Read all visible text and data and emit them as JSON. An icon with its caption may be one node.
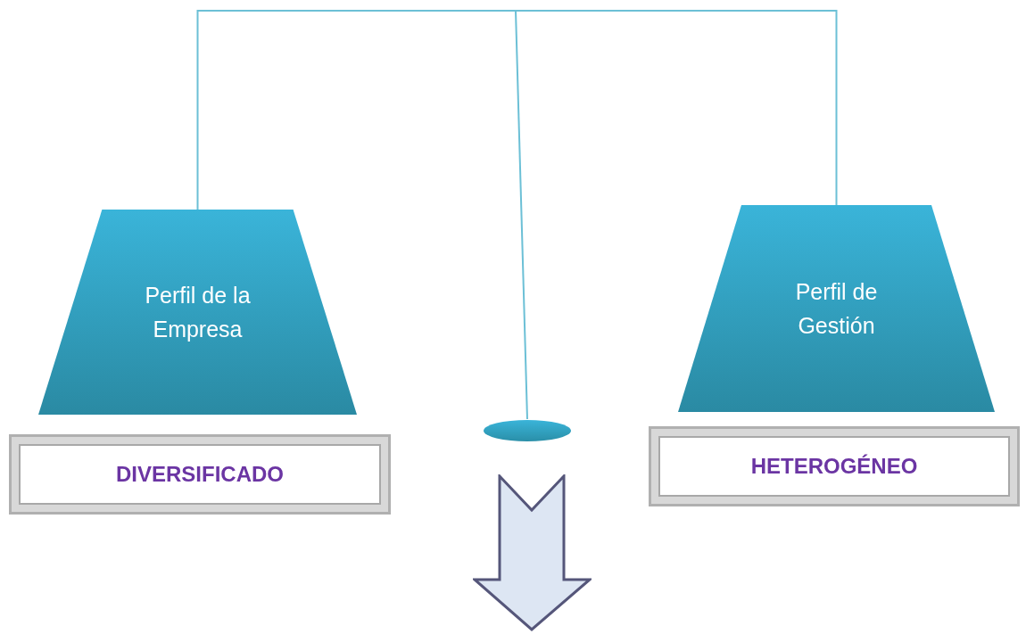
{
  "diagram": {
    "nodes": [
      {
        "text": [
          "Perfil de la Empresa"
        ]
      },
      {
        "text": [
          "DIVERSIFICADO"
        ]
      },
      {
        "text": [
          "Perfil de Gestión"
        ]
      },
      {
        "text": [
          "HETEROGÉNEO"
        ]
      },
      {
        "text": [],
        "shape": "ellipse"
      },
      {
        "text": [],
        "shape": "arrow"
      }
    ],
    "edges": [
      {
        "from": 0,
        "to": 2,
        "arrow": "none"
      },
      {
        "from": null,
        "to": 4,
        "arrow": "none"
      }
    ]
  }
}
